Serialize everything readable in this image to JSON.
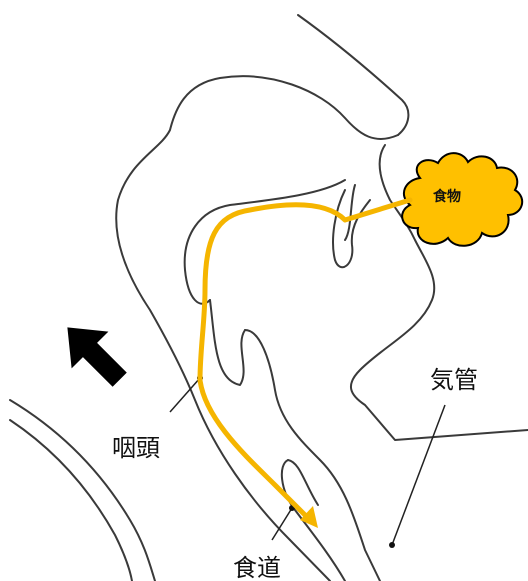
{
  "labels": {
    "food": "食物",
    "pharynx": "咽頭",
    "trachea": "気管",
    "esophagus": "食道"
  },
  "colors": {
    "food_path": "#f5b500",
    "food_cloud": "#ffc000",
    "outline": "#3a3a3a",
    "arrow": "#000000"
  },
  "icons": {
    "direction_arrow": "arrow-up-right-icon"
  }
}
